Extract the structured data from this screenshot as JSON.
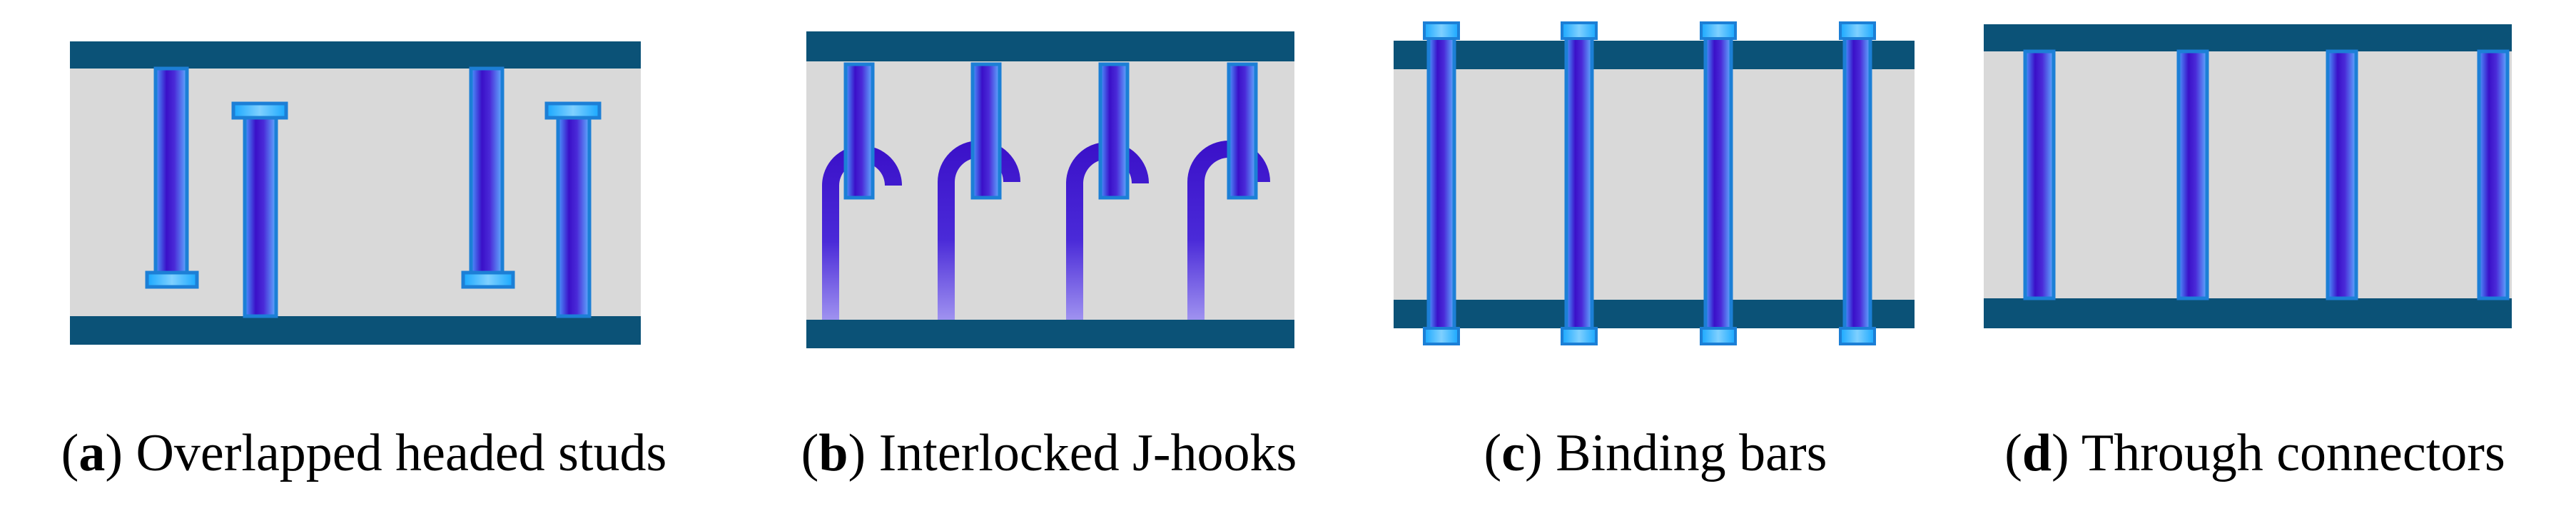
{
  "colors": {
    "plate": "#0b5277",
    "core": "#d9d9d9",
    "stud_light": "#4da0ff",
    "stud_dark": "#3a10c8",
    "outline": "#1c7fd6",
    "washer": "#19b3ff",
    "text": "#000000"
  },
  "panels": [
    {
      "letter": "a",
      "text": " Overlapped headed studs",
      "connector": "headed-stud"
    },
    {
      "letter": "b",
      "text": " Interlocked J-hooks",
      "connector": "j-hook"
    },
    {
      "letter": "c",
      "text": " Binding bars",
      "connector": "binding-bar"
    },
    {
      "letter": "d",
      "text": " Through connectors",
      "connector": "through-connector"
    }
  ]
}
